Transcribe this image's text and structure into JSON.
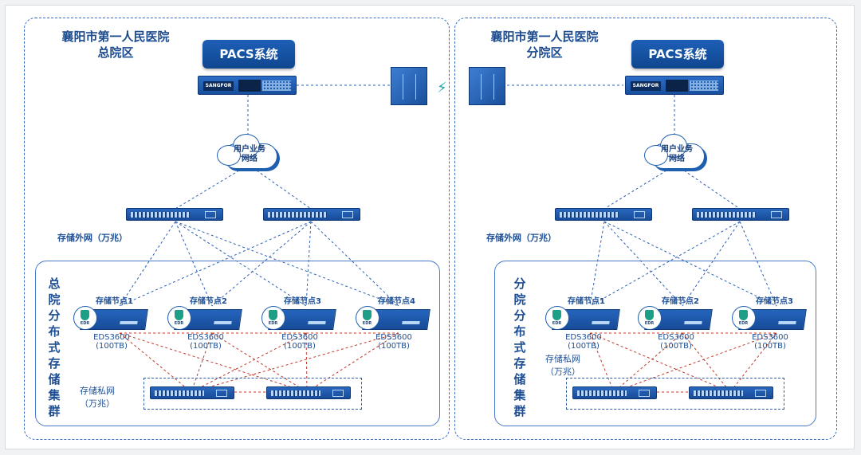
{
  "left": {
    "title_line1": "襄阳市第一人民医院",
    "title_line2": "总院区",
    "pacs_label": "PACS系统",
    "server_brand": "SANGFOR",
    "cloud_line1": "用户业务",
    "cloud_line2": "网络",
    "external_net_label": "存储外网（万兆）",
    "cluster_title": "总院分布式存储集群",
    "nodes": [
      {
        "label": "存储节点1",
        "model": "EDS3600",
        "capacity": "(100TB)"
      },
      {
        "label": "存储节点2",
        "model": "EDS3600",
        "capacity": "(100TB)"
      },
      {
        "label": "存储节点3",
        "model": "EDS3600",
        "capacity": "(100TB)"
      },
      {
        "label": "存储节点4",
        "model": "EDS3600",
        "capacity": "(100TB)"
      }
    ],
    "private_net_line1": "存储私网",
    "private_net_line2": "（万兆）"
  },
  "right": {
    "title_line1": "襄阳市第一人民医院",
    "title_line2": "分院区",
    "pacs_label": "PACS系统",
    "server_brand": "SANGFOR",
    "cloud_line1": "用户业务",
    "cloud_line2": "网络",
    "external_net_label": "存储外网（万兆）",
    "cluster_title": "分院分布式存储集群",
    "nodes": [
      {
        "label": "存储节点1",
        "model": "EDS3600",
        "capacity": "(100TB)"
      },
      {
        "label": "存储节点2",
        "model": "EDS3600",
        "capacity": "(100TB)"
      },
      {
        "label": "存储节点3",
        "model": "EDS3600",
        "capacity": "(100TB)"
      }
    ],
    "private_net_line1": "存储私网",
    "private_net_line2": "（万兆）"
  },
  "node_badge": "EDR",
  "colors": {
    "link_public": "#2b5fb3",
    "link_private": "#c0392b",
    "region_border": "#3b6fc4",
    "accent": "#1d5fb6"
  }
}
